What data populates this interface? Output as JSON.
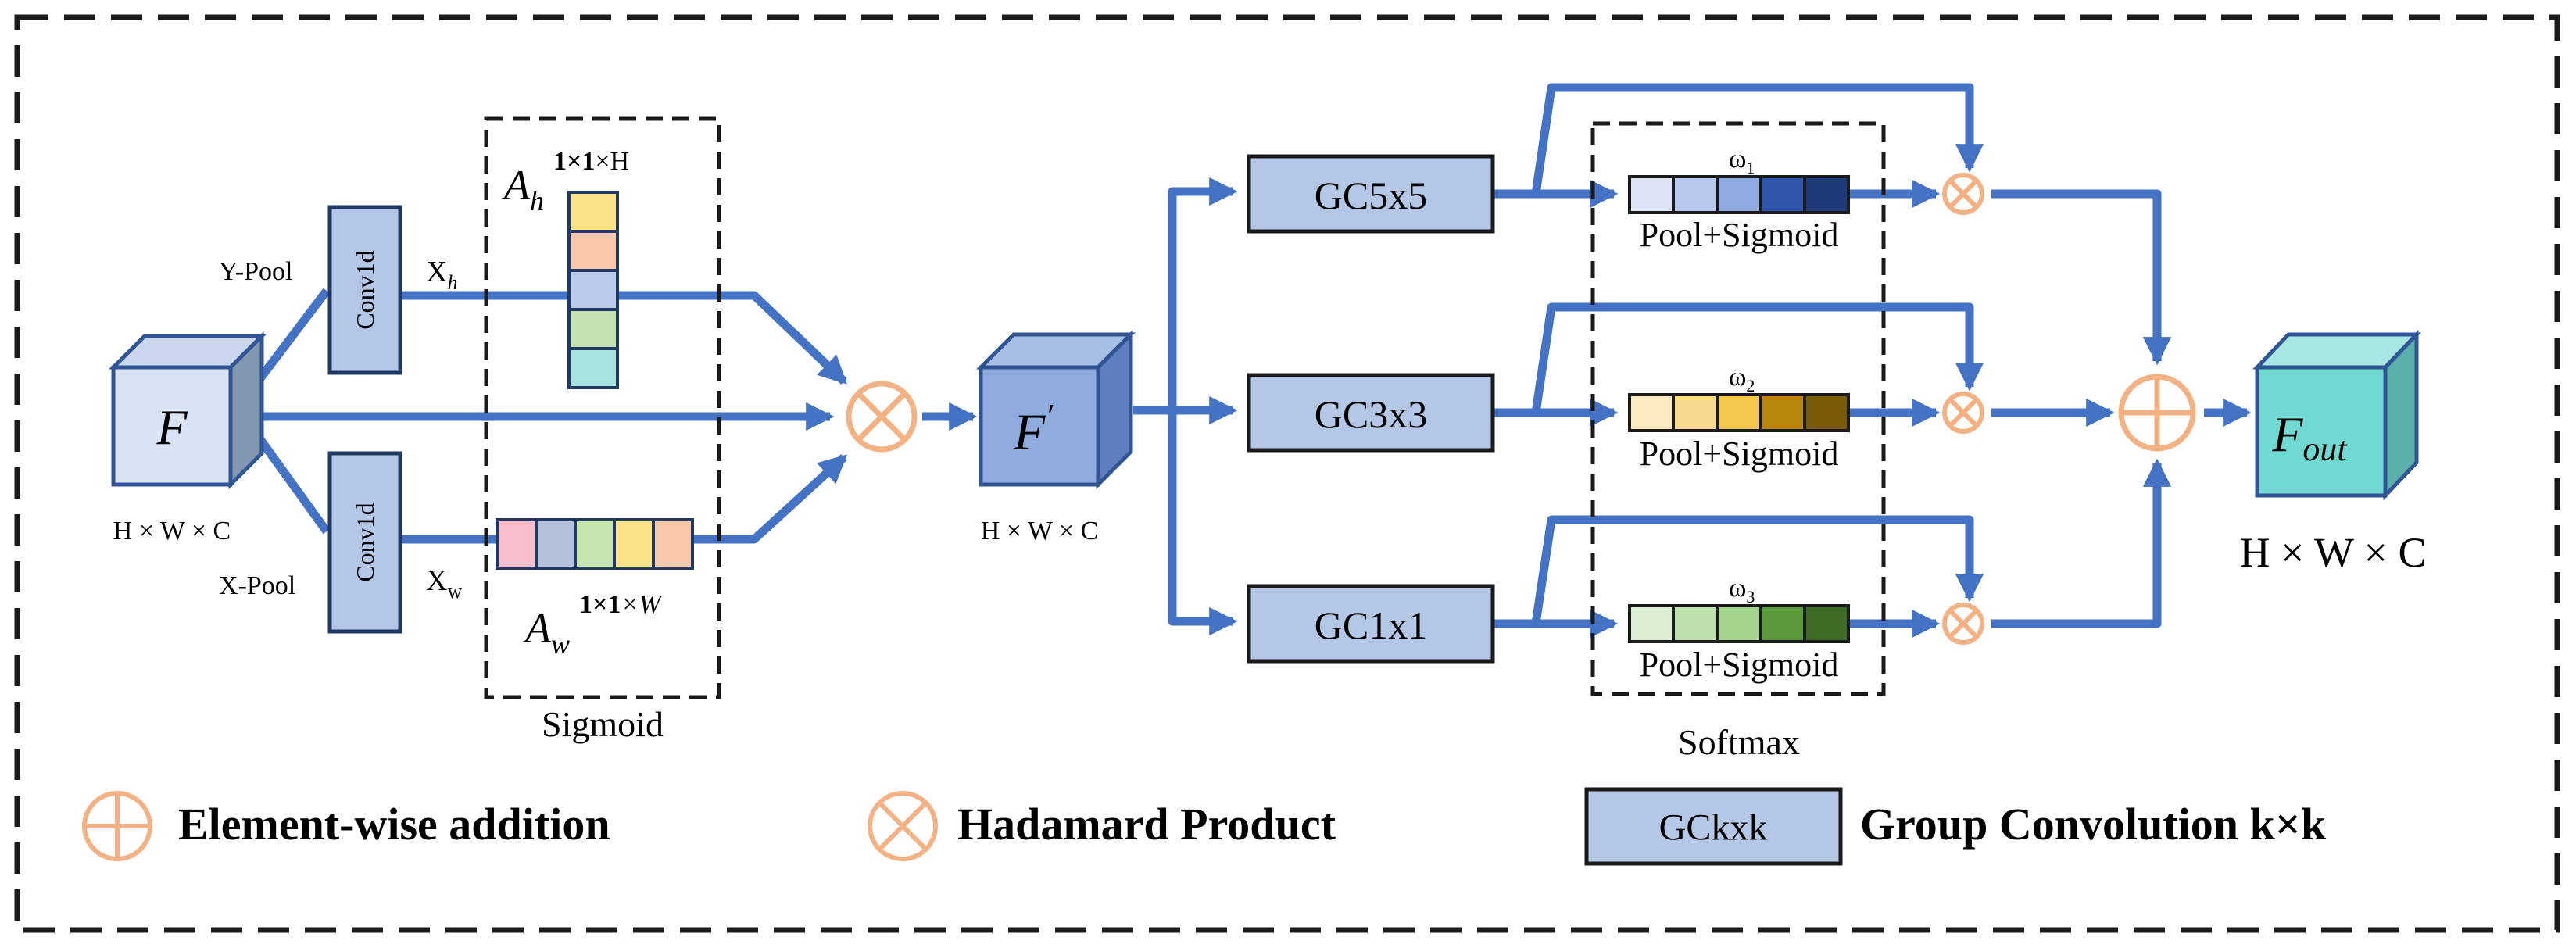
{
  "input": {
    "label": "F",
    "dims": "H × W × C",
    "y_pool": "Y-Pool",
    "x_pool": "X-Pool",
    "conv_label": "Conv1d",
    "xh_base": "X",
    "xh_sub": "h",
    "xw_base": "X",
    "xw_sub": "w"
  },
  "attention": {
    "ah_base": "A",
    "ah_sub": "h",
    "ah_sup_bold": "1×1",
    "ah_sup_rest": "×H",
    "aw_base": "A",
    "aw_sub": "w",
    "aw_sup_bold": "1×1",
    "aw_sup_rest": "×W",
    "box_label": "Sigmoid",
    "ah_colors": [
      "#FCE38A",
      "#F9C8A8",
      "#BACBEB",
      "#C4E3B1",
      "#A7E3E0"
    ],
    "aw_colors": [
      "#F7BFCB",
      "#B3C0DA",
      "#C6E4AE",
      "#FCE38A",
      "#F9C8A8"
    ]
  },
  "middle": {
    "label": "F",
    "prime": "′",
    "dims": "H × W × C"
  },
  "branches": [
    {
      "gc_label": "GC5x5",
      "omega_base": "ω",
      "omega_sub": "1",
      "pool_label": "Pool+Sigmoid",
      "colors": [
        "#DCE4F5",
        "#B7C8EC",
        "#8EAADF",
        "#2F56AA",
        "#1E3A78"
      ]
    },
    {
      "gc_label": "GC3x3",
      "omega_base": "ω",
      "omega_sub": "2",
      "pool_label": "Pool+Sigmoid",
      "colors": [
        "#FCEBC0",
        "#F8DA8E",
        "#F2C94C",
        "#B8860B",
        "#7A5B0A"
      ]
    },
    {
      "gc_label": "GC1x1",
      "omega_base": "ω",
      "omega_sub": "3",
      "pool_label": "Pool+Sigmoid",
      "colors": [
        "#DCEFD4",
        "#BDE0AC",
        "#A4D38E",
        "#5A9A38",
        "#3E6B26"
      ]
    }
  ],
  "softmax_label": "Softmax",
  "output": {
    "label_base": "F",
    "label_sub": "out",
    "dims": "H × W × C"
  },
  "legend": {
    "addition_label": "Element-wise addition",
    "hadamard_label": "Hadamard Product",
    "gc_symbol": "GCkxk",
    "gc_label": "Group Convolution k×k"
  },
  "colors": {
    "arrow": "#4472C4",
    "box_fill": "#B4C7E7",
    "box_stroke": "#203864",
    "cube_front": "#DAE3F3",
    "cube_mid": "#8FAADC",
    "cube_out": "#70D9D2",
    "operator": "#F4B183"
  }
}
